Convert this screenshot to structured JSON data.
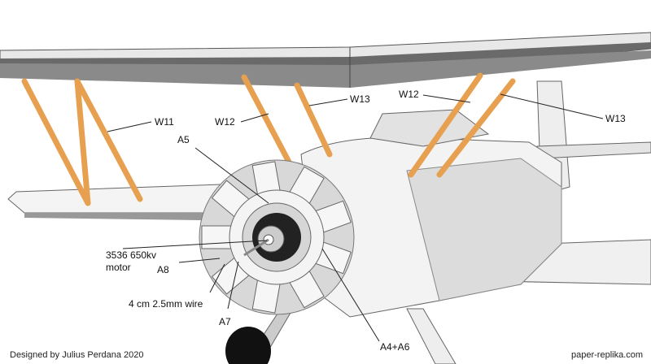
{
  "labels": {
    "w11": "W11",
    "w12_left": "W12",
    "w13_left": "W13",
    "w12_right": "W12",
    "w13_right": "W13",
    "a5": "A5",
    "motor_line1": "3536 650kv",
    "motor_line2": "motor",
    "a8": "A8",
    "wire": "4 cm 2.5mm wire",
    "a7": "A7",
    "a4_a6": "A4+A6"
  },
  "footer": {
    "credit": "Designed by Julius Perdana 2020",
    "website": "paper-replika.com"
  },
  "colors": {
    "strut": "#f0b060",
    "wing_dark": "#5a5a5a",
    "wing_light": "#e6e6e6",
    "body": "#f2f2f2"
  }
}
